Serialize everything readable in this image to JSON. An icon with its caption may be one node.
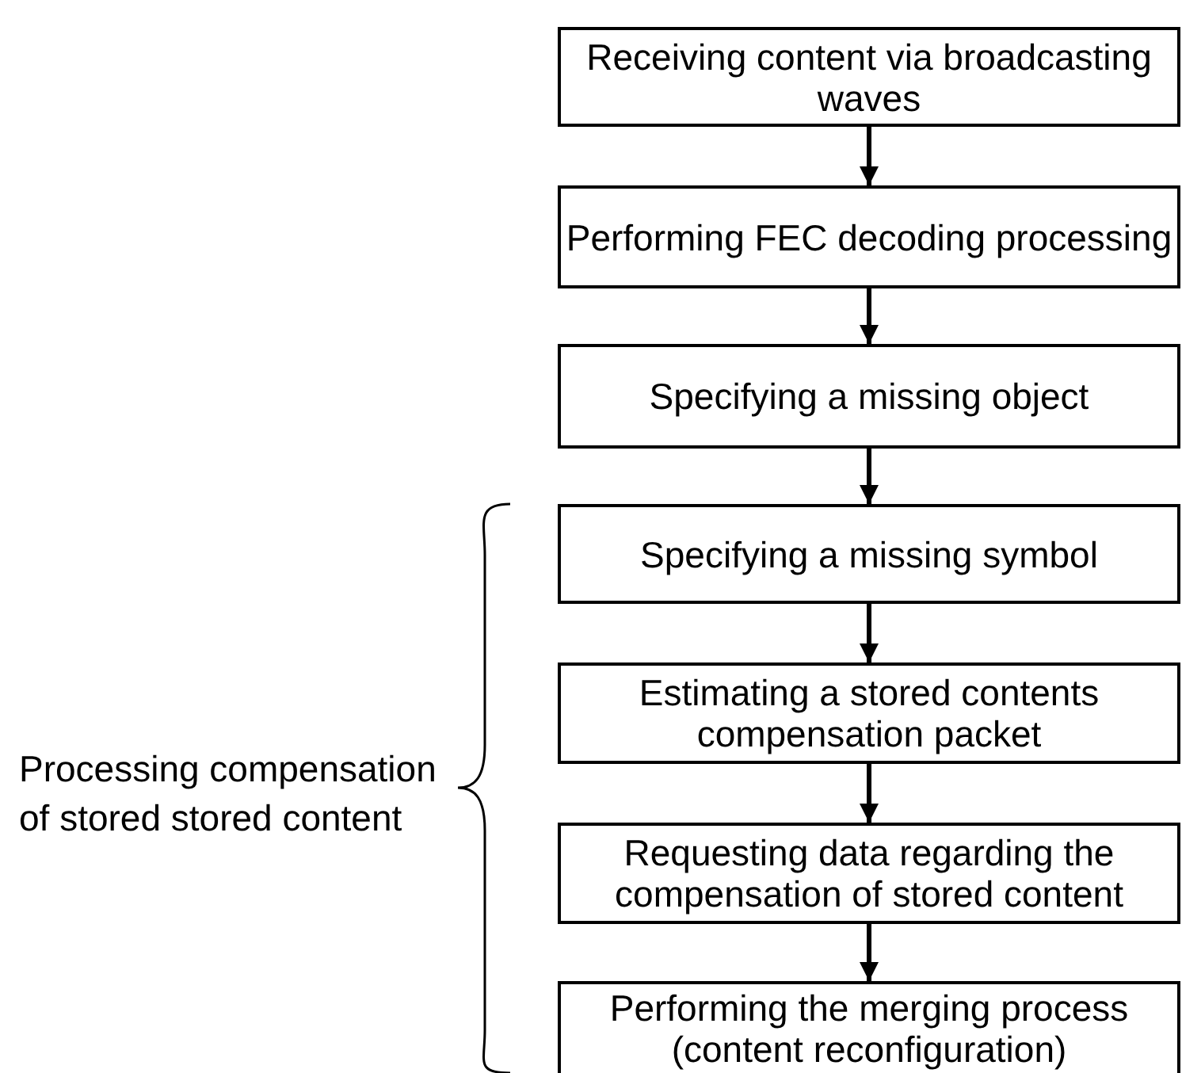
{
  "diagram": {
    "nodes": [
      {
        "text": [
          "Receiving content via broadcasting waves"
        ]
      },
      {
        "text": [
          "Performing FEC decoding processing"
        ]
      },
      {
        "text": [
          "Specifying a missing object"
        ]
      },
      {
        "text": [
          "Specifying a missing symbol"
        ]
      },
      {
        "text": [
          "Estimating a stored contents compensation packet"
        ]
      },
      {
        "text": [
          "Requesting data regarding the compensation of stored content"
        ]
      },
      {
        "text": [
          "Performing the merging process (content reconfiguration)"
        ]
      }
    ],
    "edges": [
      {
        "from": 0,
        "to": 1,
        "arrow": "to"
      },
      {
        "from": 1,
        "to": 2,
        "arrow": "to"
      },
      {
        "from": 2,
        "to": 3,
        "arrow": "to"
      },
      {
        "from": 3,
        "to": 4,
        "arrow": "to"
      },
      {
        "from": 4,
        "to": 5,
        "arrow": "to"
      },
      {
        "from": 5,
        "to": 6,
        "arrow": "to"
      }
    ],
    "labels": [
      "Processing compensation of stored stored content"
    ]
  }
}
